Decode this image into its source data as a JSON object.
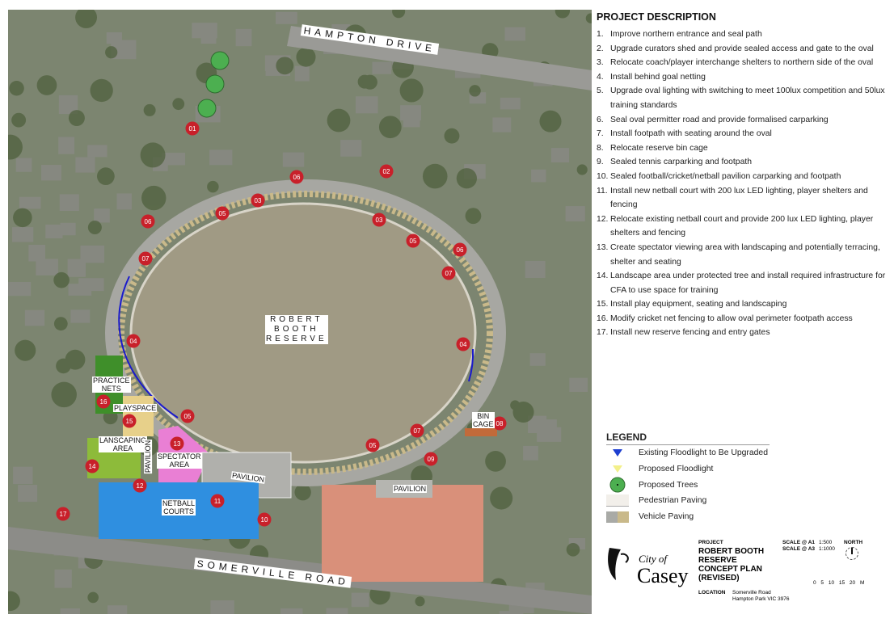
{
  "project_description": {
    "heading": "PROJECT DESCRIPTION",
    "items": [
      {
        "num": "1.",
        "text": "Improve northern entrance and seal path"
      },
      {
        "num": "2.",
        "text": "Upgrade curators shed and provide sealed access and gate to the oval"
      },
      {
        "num": "3.",
        "text": "Relocate coach/player interchange shelters to northern side of the oval"
      },
      {
        "num": "4.",
        "text": "Install behind goal netting"
      },
      {
        "num": "5.",
        "text": "Upgrade oval lighting with switching to meet 100lux competition and 50lux training  standards"
      },
      {
        "num": "6.",
        "text": "Seal oval permitter road and provide formalised carparking"
      },
      {
        "num": "7.",
        "text": "Install footpath with seating around the oval"
      },
      {
        "num": "8.",
        "text": "Relocate reserve bin cage"
      },
      {
        "num": "9.",
        "text": "Sealed tennis carparking and footpath"
      },
      {
        "num": "10.",
        "text": "Sealed football/cricket/netball pavilion carparking and footpath"
      },
      {
        "num": "11.",
        "text": "Install new netball court with 200 lux LED lighting, player shelters and fencing"
      },
      {
        "num": "12.",
        "text": "Relocate existing netball court and provide 200 lux LED lighting, player shelters and fencing"
      },
      {
        "num": "13.",
        "text": "Create spectator viewing area with landscaping and potentially terracing, shelter and seating"
      },
      {
        "num": "14.",
        "text": "Landscape area under protected tree and install required infrastructure for CFA to use space for training"
      },
      {
        "num": "15.",
        "text": "Install play equipment, seating and landscaping"
      },
      {
        "num": "16.",
        "text": "Modify cricket net fencing to allow oval perimeter footpath access"
      },
      {
        "num": "17.",
        "text": "Install new reserve fencing and entry gates"
      }
    ]
  },
  "legend": {
    "heading": "LEGEND",
    "items": [
      {
        "icon": "existing-floodlight-icon",
        "label": "Existing Floodlight to Be Upgraded",
        "color": "#1e3fd0"
      },
      {
        "icon": "proposed-floodlight-icon",
        "label": "Proposed Floodlight",
        "color": "#f3f08a"
      },
      {
        "icon": "proposed-tree-icon",
        "label": "Proposed Trees",
        "color": "#4caf50"
      },
      {
        "icon": "pedestrian-paving-swatch",
        "label": "Pedestrian Paving",
        "color": "#f2efea"
      },
      {
        "icon": "vehicle-paving-swatch",
        "label": "Vehicle Paving",
        "color": "#c9b98a"
      }
    ]
  },
  "title_block": {
    "logo_line1": "City of",
    "logo_line2": "Casey",
    "project_label": "PROJECT",
    "project_name": "ROBERT BOOTH RESERVE CONCEPT PLAN (REVISED)",
    "location_label": "LOCATION",
    "location_line1": "Somerville Road",
    "location_line2": "Hampton Park VIC 3976",
    "scale_a1_label": "SCALE @ A1",
    "scale_a1": "1:500",
    "scale_a3_label": "SCALE @ A3",
    "scale_a3": "1:1000",
    "north_label": "NORTH",
    "scale_bar": "0 5 10 15 20 M"
  },
  "map": {
    "street_north": "HAMPTON DRIVE",
    "street_south": "SOMERVILLE ROAD",
    "oval_label": [
      "ROBERT",
      "BOOTH",
      "RESERVE"
    ],
    "areas": {
      "practice_nets": [
        "PRACTICE",
        "NETS"
      ],
      "playspace": "PLAYSPACE",
      "landscaping": [
        "LANSCAPING",
        "AREA"
      ],
      "pavilion": "PAVILION",
      "spectator": [
        "SPECTATOR",
        "AREA"
      ],
      "netball": [
        "NETBALL",
        "COURTS"
      ],
      "bin_cage": [
        "BIN",
        "CAGE"
      ]
    },
    "colors": {
      "marker": "#c8202a",
      "netball": "#2f8fe0",
      "spectator": "#e97fd4",
      "playspace": "#e7d08a",
      "practice": "#3f8f2a",
      "landscaping": "#8dbb3a",
      "tennis": "#d9907a",
      "existing_floodlight": "#1e3fd0",
      "footpath_netting": "#1a1acc"
    },
    "markers": [
      "01",
      "02",
      "03",
      "03",
      "04",
      "04",
      "05",
      "05",
      "05",
      "05",
      "06",
      "06",
      "06",
      "07",
      "07",
      "07",
      "08",
      "09",
      "10",
      "11",
      "12",
      "13",
      "14",
      "15",
      "16",
      "17"
    ]
  }
}
